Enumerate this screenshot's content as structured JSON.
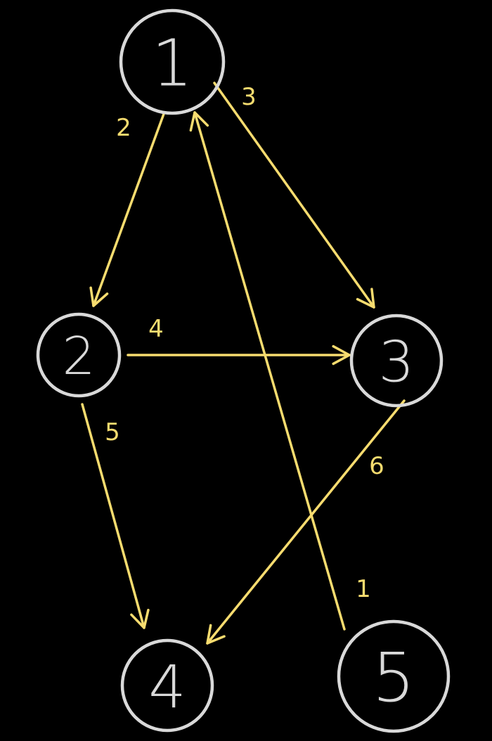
{
  "colors": {
    "background": "#000000",
    "node": "#d9d9d9",
    "edge": "#f7dc6f"
  },
  "graph": {
    "directed": true,
    "nodes": [
      {
        "id": "1",
        "label": "1"
      },
      {
        "id": "2",
        "label": "2"
      },
      {
        "id": "3",
        "label": "3"
      },
      {
        "id": "4",
        "label": "4"
      },
      {
        "id": "5",
        "label": "5"
      }
    ],
    "edges": [
      {
        "from": "1",
        "to": "2",
        "weight": "2"
      },
      {
        "from": "1",
        "to": "3",
        "weight": "3"
      },
      {
        "from": "2",
        "to": "3",
        "weight": "4"
      },
      {
        "from": "2",
        "to": "4",
        "weight": "5"
      },
      {
        "from": "3",
        "to": "4",
        "weight": "6"
      },
      {
        "from": "5",
        "to": "1",
        "weight": "1"
      }
    ]
  }
}
